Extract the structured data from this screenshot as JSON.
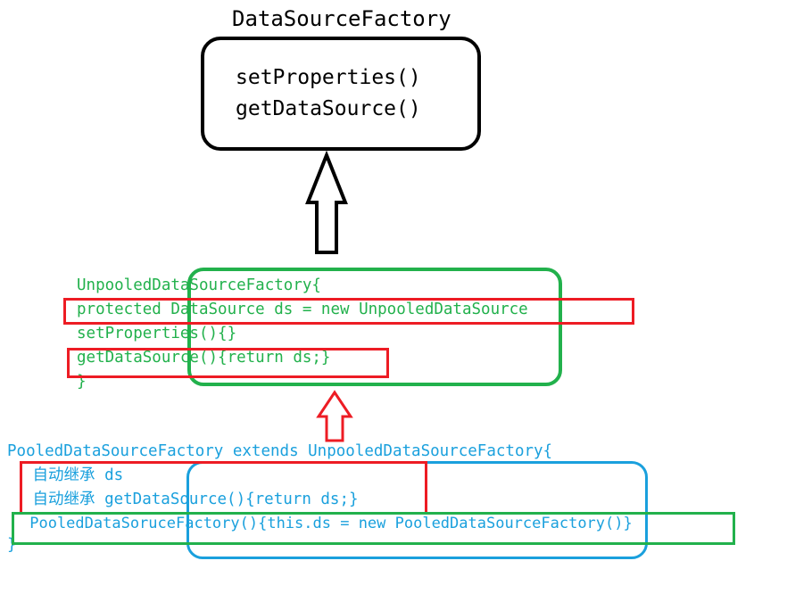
{
  "interface": {
    "title": "DataSourceFactory",
    "methods": [
      "setProperties()",
      "getDataSource()"
    ]
  },
  "unpooled": {
    "lines": [
      "UnpooledDataSourceFactory{",
      "protected DataSource ds = new UnpooledDataSource",
      "setProperties(){}",
      "getDataSource(){return ds;}",
      "}"
    ]
  },
  "pooled": {
    "lines": [
      "PooledDataSourceFactory extends UnpooledDataSourceFactory{",
      " 自动继承 ds",
      " 自动继承 getDataSource(){return ds;}",
      " PooledDataSoruceFactory(){this.ds = new PooledDataSourceFactory()}",
      "}"
    ]
  },
  "colors": {
    "interface": "#000000",
    "unpooled": "#22b14c",
    "highlight": "#ed1c24",
    "pooled": "#1aa0dd"
  }
}
